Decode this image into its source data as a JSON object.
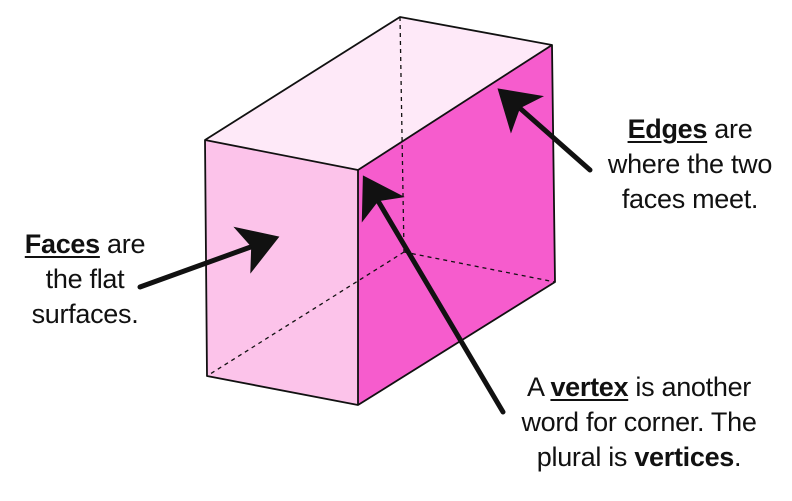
{
  "colors": {
    "front_face": "#fcc3ea",
    "right_face": "#f65ccd",
    "top_face": "#fee9f8",
    "edge": "#111111",
    "arrow": "#111111"
  },
  "icons": [
    "arrow-icon"
  ],
  "faces_label": {
    "term": "Faces",
    "rest_line1": " are",
    "line2": "the flat",
    "line3": "surfaces."
  },
  "edges_label": {
    "term": "Edges",
    "rest_line1": " are",
    "line2": "where the two",
    "line3": "faces meet."
  },
  "vertex_label": {
    "prefix": "A ",
    "term": "vertex",
    "rest_line1": " is another",
    "line2": "word for corner. The",
    "line3_prefix": "plural is ",
    "plural_term": "vertices",
    "line3_suffix": "."
  }
}
